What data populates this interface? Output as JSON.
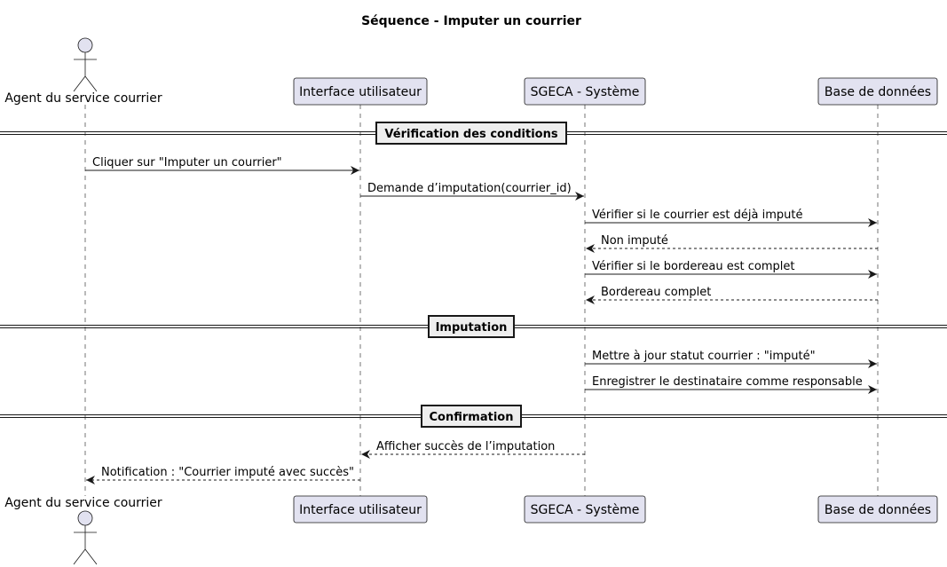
{
  "title": "Séquence - Imputer un courrier",
  "participants": [
    {
      "id": "agent",
      "label": "Agent du service courrier",
      "kind": "actor"
    },
    {
      "id": "ui",
      "label": "Interface utilisateur",
      "kind": "box"
    },
    {
      "id": "sys",
      "label": "SGECA - Système",
      "kind": "box"
    },
    {
      "id": "db",
      "label": "Base de données",
      "kind": "box"
    }
  ],
  "sections": [
    {
      "label": "Vérification des conditions"
    },
    {
      "label": "Imputation"
    },
    {
      "label": "Confirmation"
    }
  ],
  "messages": [
    {
      "from": "agent",
      "to": "ui",
      "label": "Cliquer sur \"Imputer un courrier\"",
      "kind": "sync"
    },
    {
      "from": "ui",
      "to": "sys",
      "label": "Demande d’imputation(courrier_id)",
      "kind": "sync"
    },
    {
      "from": "sys",
      "to": "db",
      "label": "Vérifier si le courrier est déjà imputé",
      "kind": "sync"
    },
    {
      "from": "db",
      "to": "sys",
      "label": "Non imputé",
      "kind": "reply"
    },
    {
      "from": "sys",
      "to": "db",
      "label": "Vérifier si le bordereau est complet",
      "kind": "sync"
    },
    {
      "from": "db",
      "to": "sys",
      "label": "Bordereau complet",
      "kind": "reply"
    },
    {
      "from": "sys",
      "to": "db",
      "label": "Mettre à jour statut courrier : \"imputé\"",
      "kind": "sync"
    },
    {
      "from": "sys",
      "to": "db",
      "label": "Enregistrer le destinataire comme responsable",
      "kind": "sync"
    },
    {
      "from": "sys",
      "to": "ui",
      "label": "Afficher succès de l’imputation",
      "kind": "reply"
    },
    {
      "from": "ui",
      "to": "agent",
      "label": "Notification : \"Courrier imputé avec succès\"",
      "kind": "reply"
    }
  ],
  "colors": {
    "participant_fill": "#e2e2f0",
    "participant_border": "#181818",
    "section_fill": "#eeeeee",
    "line": "#181818",
    "lifeline": "#181818"
  }
}
